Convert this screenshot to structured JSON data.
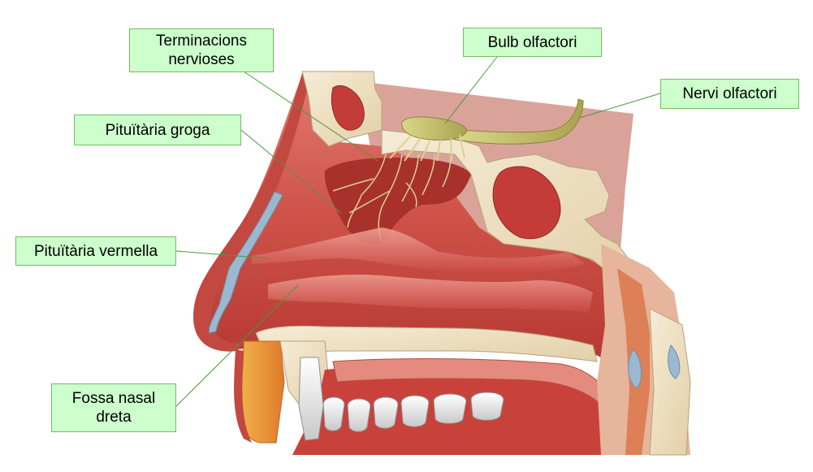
{
  "labels": {
    "terminacions_line1": "Terminacions",
    "terminacions_line2": "nervioses",
    "bulb_olfactori": "Bulb olfactori",
    "nervi_olfactori": "Nervi olfactori",
    "pituitaria_groga": "Pituïtària groga",
    "pituitaria_vermella": "Pituïtària vermella",
    "fossa_line1": "Fossa nasal",
    "fossa_line2": "dreta"
  },
  "colors": {
    "label_fill": "#ccffcc",
    "label_border": "#6fbf5f",
    "leader_line": "#4a9a3a",
    "mucosa": "#d2574f",
    "mucosa_light": "#e88a80",
    "bone": "#f0e3c8",
    "nerve": "#c8c270"
  }
}
